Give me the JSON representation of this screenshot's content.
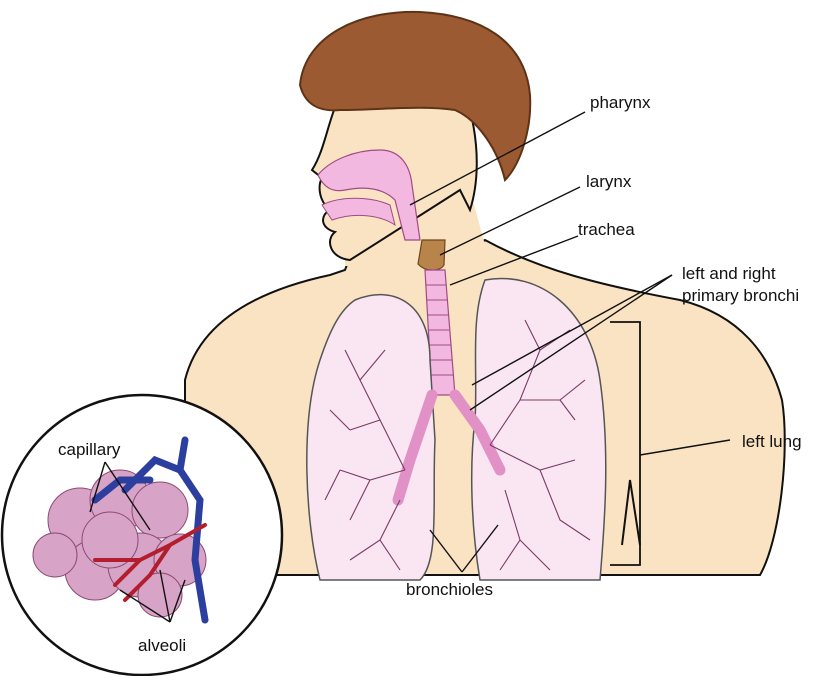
{
  "labels": {
    "pharynx": "pharynx",
    "larynx": "larynx",
    "trachea": "trachea",
    "primary_bronchi_line1": "left and right",
    "primary_bronchi_line2": "primary bronchi",
    "left_lung": "left lung",
    "bronchioles": "bronchioles",
    "capillary": "capillary",
    "alveoli": "alveoli"
  },
  "colors": {
    "skin": "#fae3c2",
    "hair": "#9c5a32",
    "airway": "#f2b8e0",
    "lung": "#f9e6f2",
    "cartilage": "#b88449",
    "vein": "#2c3f9e",
    "artery": "#b31e2e",
    "outline": "#111111"
  }
}
